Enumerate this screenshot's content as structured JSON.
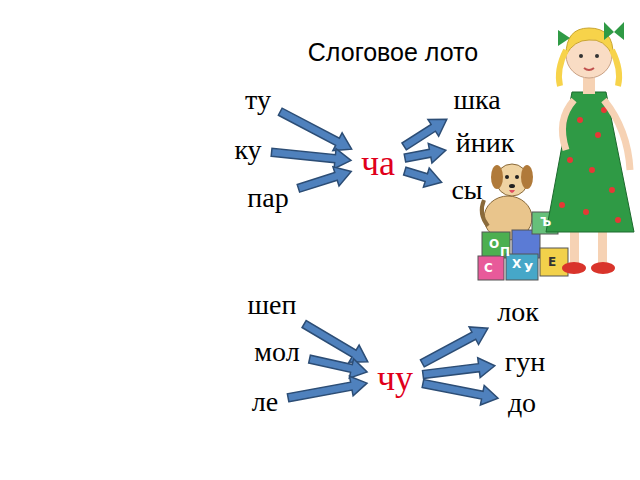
{
  "diagram": {
    "title": "Слоговое лото",
    "nodes": [
      {
        "text": [
          "ту"
        ]
      },
      {
        "text": [
          "ку"
        ]
      },
      {
        "text": [
          "пар"
        ]
      },
      {
        "text": [
          "ча"
        ]
      },
      {
        "text": [
          "шка"
        ]
      },
      {
        "text": [
          "йник"
        ]
      },
      {
        "text": [
          "сы"
        ]
      },
      {
        "text": [
          "шеп"
        ]
      },
      {
        "text": [
          "мол"
        ]
      },
      {
        "text": [
          "ле"
        ]
      },
      {
        "text": [
          "чу"
        ]
      },
      {
        "text": [
          "лок"
        ]
      },
      {
        "text": [
          "гун"
        ]
      },
      {
        "text": [
          "до"
        ]
      }
    ],
    "edges": [
      {
        "from": 0,
        "to": 3,
        "arrow": "to"
      },
      {
        "from": 1,
        "to": 3,
        "arrow": "to"
      },
      {
        "from": 2,
        "to": 3,
        "arrow": "to"
      },
      {
        "from": 3,
        "to": 4,
        "arrow": "to"
      },
      {
        "from": 3,
        "to": 5,
        "arrow": "to"
      },
      {
        "from": 3,
        "to": 6,
        "arrow": "to"
      },
      {
        "from": 7,
        "to": 10,
        "arrow": "to"
      },
      {
        "from": 8,
        "to": 10,
        "arrow": "to"
      },
      {
        "from": 9,
        "to": 10,
        "arrow": "to"
      },
      {
        "from": 10,
        "to": 11,
        "arrow": "to"
      },
      {
        "from": 10,
        "to": 12,
        "arrow": "to"
      },
      {
        "from": 10,
        "to": 13,
        "arrow": "to"
      }
    ],
    "labels": [
      "О",
      "П",
      "Ъ",
      "С",
      "Х",
      "У",
      "Е"
    ]
  }
}
